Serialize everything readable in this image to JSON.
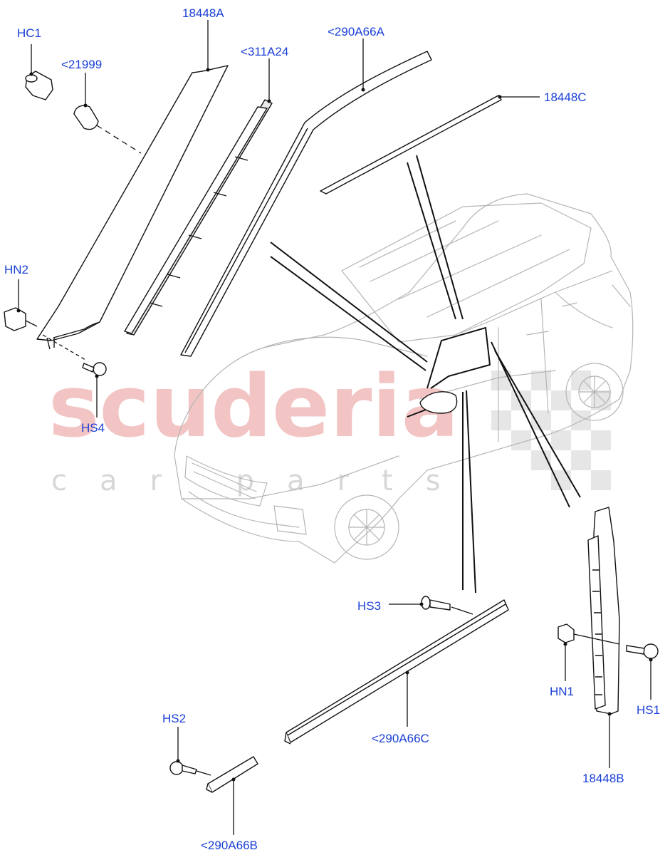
{
  "watermark": {
    "brand": "scuderia",
    "tagline": "car parts"
  },
  "callouts": {
    "hc1": "HC1",
    "c21999": "<21999",
    "p18448a": "18448A",
    "p311a24": "<311A24",
    "p290a66a": "<290A66A",
    "p18448c": "18448C",
    "hn2": "HN2",
    "hs4": "HS4",
    "hs3": "HS3",
    "hn1": "HN1",
    "hs1": "HS1",
    "hs2": "HS2",
    "p290a66c": "<290A66C",
    "p290a66b": "<290A66B",
    "p18448b": "18448B"
  },
  "colors": {
    "callout": "#1a3fd6",
    "watermark_red": "#f2c4c4",
    "watermark_grey": "#d7d7d7",
    "car_line": "#b5b5b5"
  }
}
